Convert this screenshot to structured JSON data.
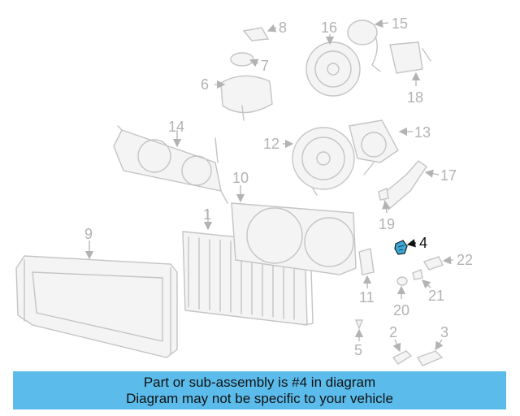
{
  "diagram": {
    "highlighted_part": "4",
    "highlight_color": "#3aa9d8",
    "callouts": {
      "c1": "1",
      "c2": "2",
      "c3": "3",
      "c4": "4",
      "c5": "5",
      "c6": "6",
      "c7": "7",
      "c8": "8",
      "c9": "9",
      "c10": "10",
      "c11": "11",
      "c12": "12",
      "c13": "13",
      "c14": "14",
      "c15": "15",
      "c16": "16",
      "c17": "17",
      "c18": "18",
      "c19": "19",
      "c20": "20",
      "c21": "21",
      "c22": "22"
    }
  },
  "caption": {
    "line1": "Part or sub-assembly is #4 in diagram",
    "line2": "Diagram may not be specific to your vehicle",
    "background": "#5bbcec"
  }
}
